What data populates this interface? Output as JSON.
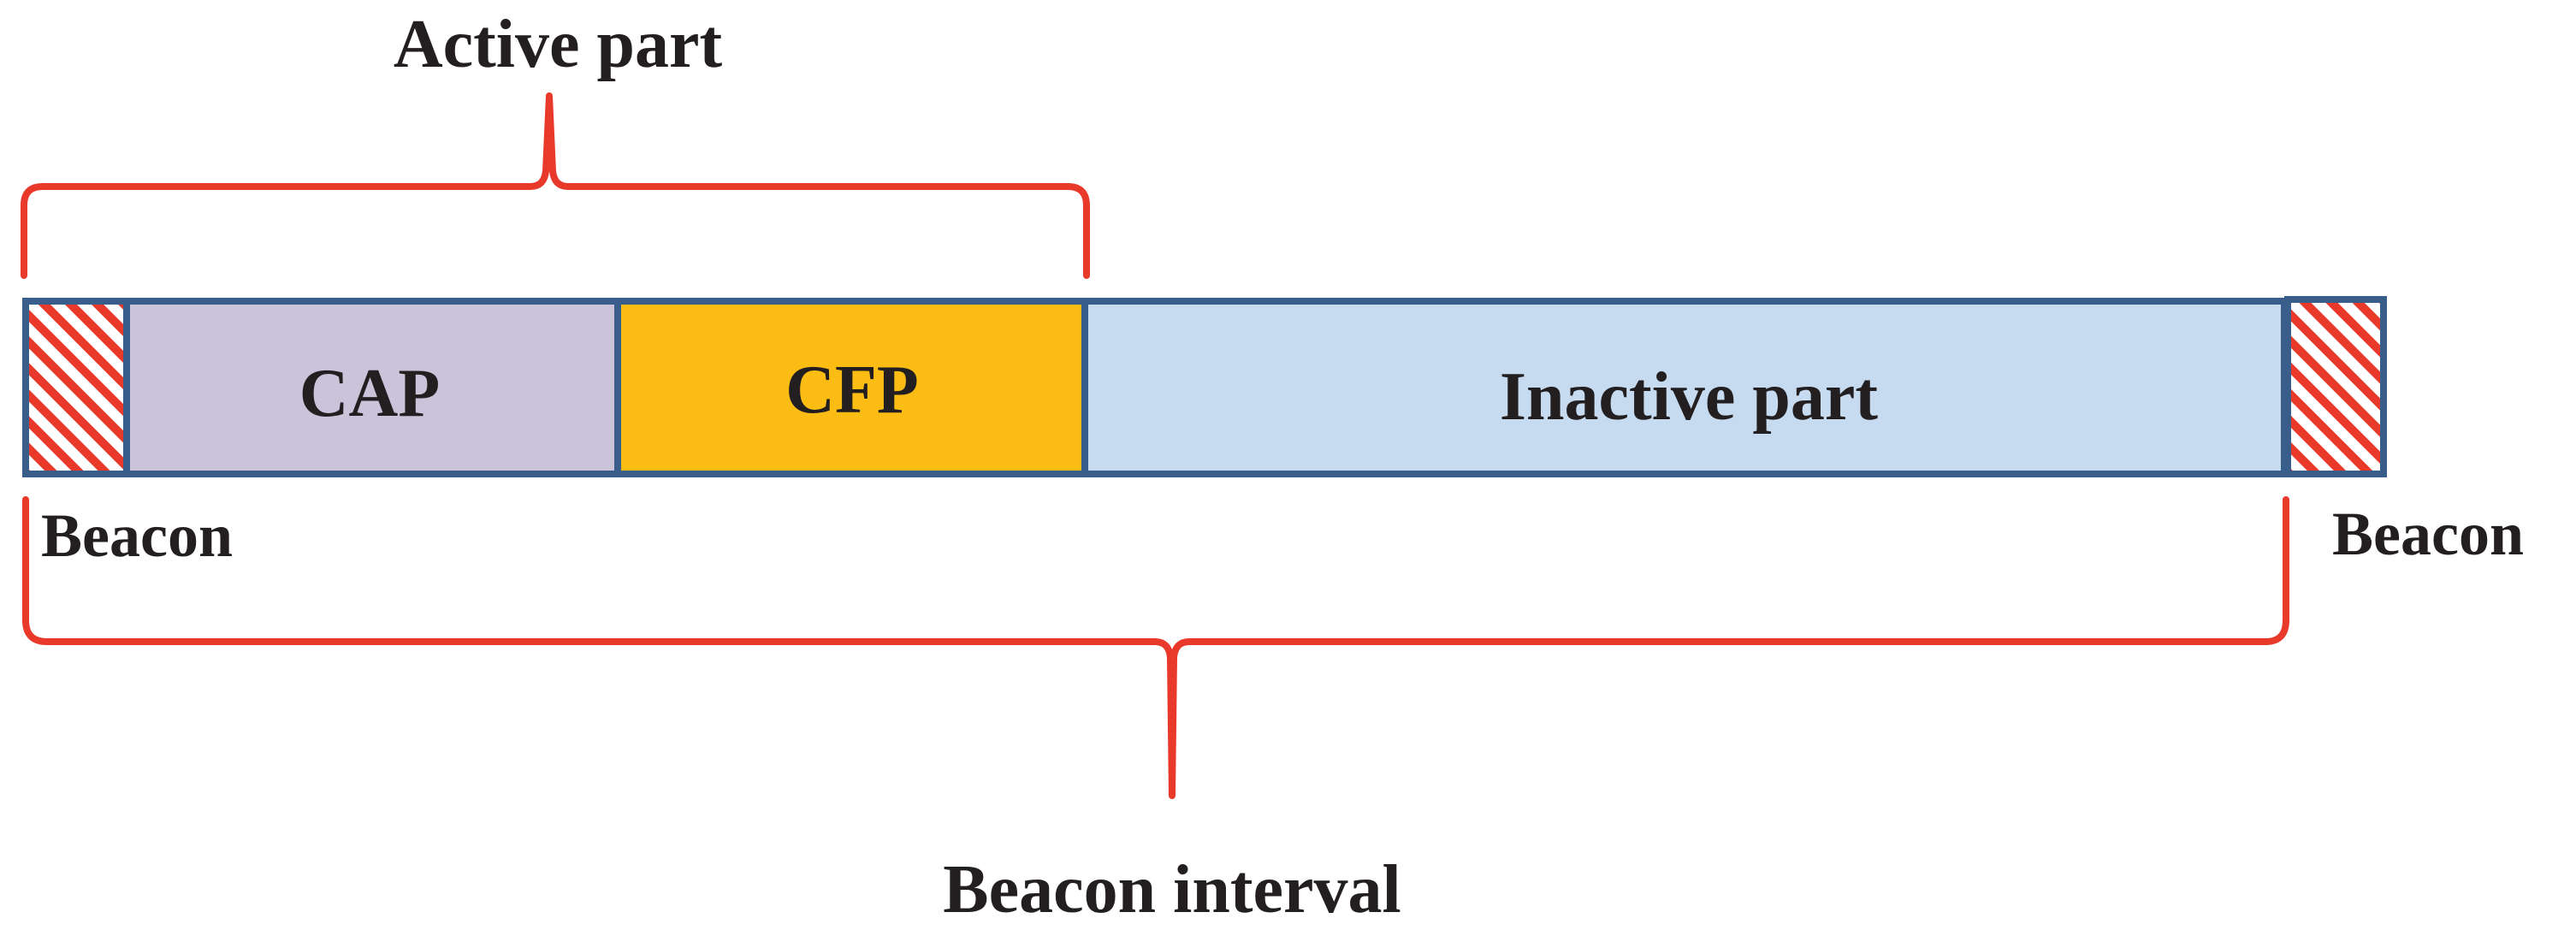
{
  "title": "",
  "colors": {
    "brace": "#e8392b",
    "outline": "#3a5e8c",
    "beacon_hatch": "#e8392b",
    "cap_fill": "#cac3da",
    "cfp_fill": "#fbbd14",
    "inactive_fill": "#c6dbf0",
    "text": "#231f20"
  },
  "superframe": {
    "beacon_start": {
      "label": "Beacon",
      "fill": "hatched",
      "icon": "beacon-hatch"
    },
    "segments": [
      {
        "id": "cap",
        "label": "CAP"
      },
      {
        "id": "cfp",
        "label": "CFP"
      },
      {
        "id": "inactive",
        "label": "Inactive part"
      }
    ],
    "beacon_end": {
      "label": "Beacon",
      "fill": "hatched",
      "icon": "beacon-hatch"
    }
  },
  "braces": {
    "active": {
      "label": "Active part",
      "position": "top"
    },
    "interval": {
      "label": "Beacon interval",
      "position": "bottom"
    }
  }
}
